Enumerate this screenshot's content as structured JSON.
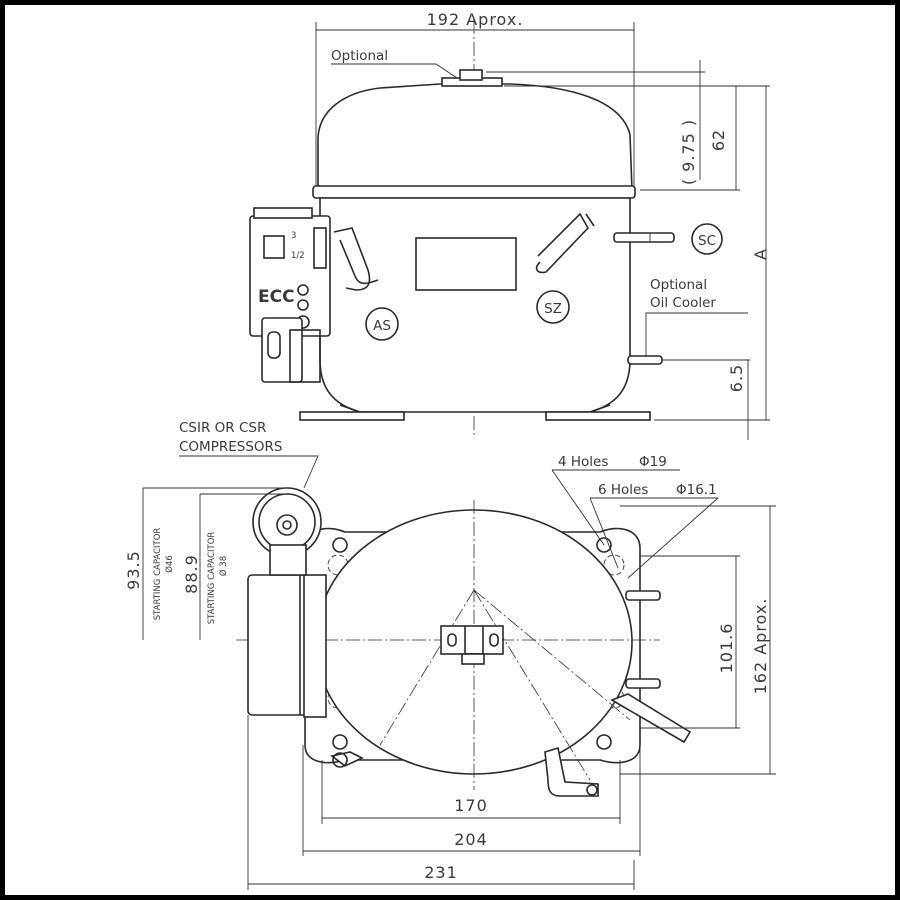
{
  "dimensions": {
    "top_width": "192  Aprox.",
    "dome_height": "62",
    "dome_offset": "( 9.75 )",
    "height_a": "A",
    "oil_cooler_height": "6.5",
    "cap_46": "93.5",
    "cap_38": "88.9",
    "hole_spacing": "101.6",
    "base_depth": "162  Aprox.",
    "foot_170": "170",
    "foot_204": "204",
    "overall_231": "231"
  },
  "labels": {
    "optional_top": "Optional",
    "oil_cooler_line1": "Optional",
    "oil_cooler_line2": "Oil Cooler",
    "csir_line1": "CSIR OR CSR",
    "csir_line2": "COMPRESSORS",
    "holes4_count": "4 Holes",
    "holes4_dia": "Φ19",
    "holes6_count": "6 Holes",
    "holes6_dia": "Φ16.1",
    "cap46_line1": "STARTING CAPACITOR",
    "cap46_line2": "Ø46",
    "cap38_line1": "STARTING CAPACITOR",
    "cap38_line2": "Ø 38",
    "ecc_mark": "ECC",
    "terminal_3": "3",
    "terminal_12": "1/2"
  },
  "connections": {
    "as": "AS",
    "sz": "SZ",
    "sc": "SC"
  }
}
